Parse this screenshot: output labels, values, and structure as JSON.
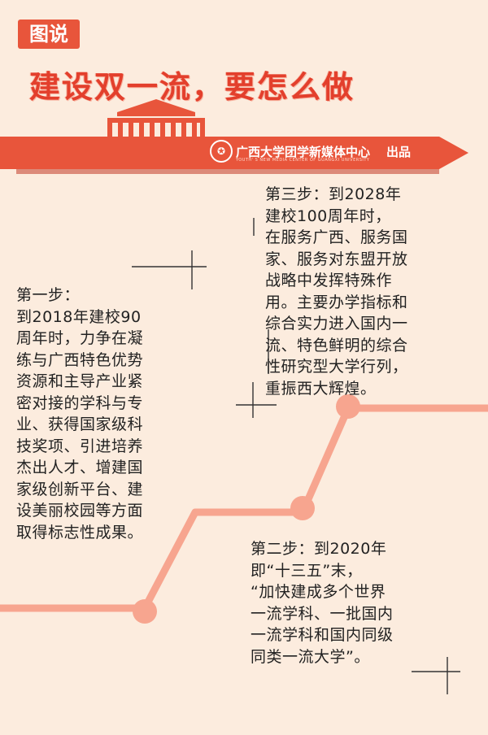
{
  "header": {
    "tag": "图说",
    "headline": "建设双一流，要怎么做",
    "banner_title": "广西大学团学新媒体中心",
    "banner_subtitle": "YOUTH' S NEW MEDIA CENTER OF GUANGXI UNIVERSITY",
    "banner_suffix": "出品"
  },
  "steps": [
    {
      "id": "step1",
      "text": "第一步：\n到2018年建校90\n周年时，力争在凝\n练与广西特色优势\n资源和主导产业紧\n密对接的学科与专\n业、获得国家级科\n技奖项、引进培养\n杰出人才、增建国\n家级创新平台、建\n设美丽校园等方面\n取得标志性成果。"
    },
    {
      "id": "step2",
      "text": "第二步：到2020年\n即“十三五”末，\n“加快建成多个世界\n一流学科、一批国内\n一流学科和国内同级\n同类一流大学”。"
    },
    {
      "id": "step3",
      "text": "第三步：到2028年\n建校100周年时，\n在服务广西、服务国\n家、服务对东盟开放\n战略中发挥特殊作\n用。主要办学指标和\n综合实力进入国内一\n流、特色鲜明的综合\n性研究型大学行列，\n重振西大辉煌。"
    }
  ],
  "colors": {
    "accent": "#e8553b",
    "path": "#f7a58f",
    "background": "#fcecde",
    "headline": "#e33f2c"
  },
  "icons": {
    "logo": "circle-emblem-icon",
    "building": "university-building-icon"
  }
}
